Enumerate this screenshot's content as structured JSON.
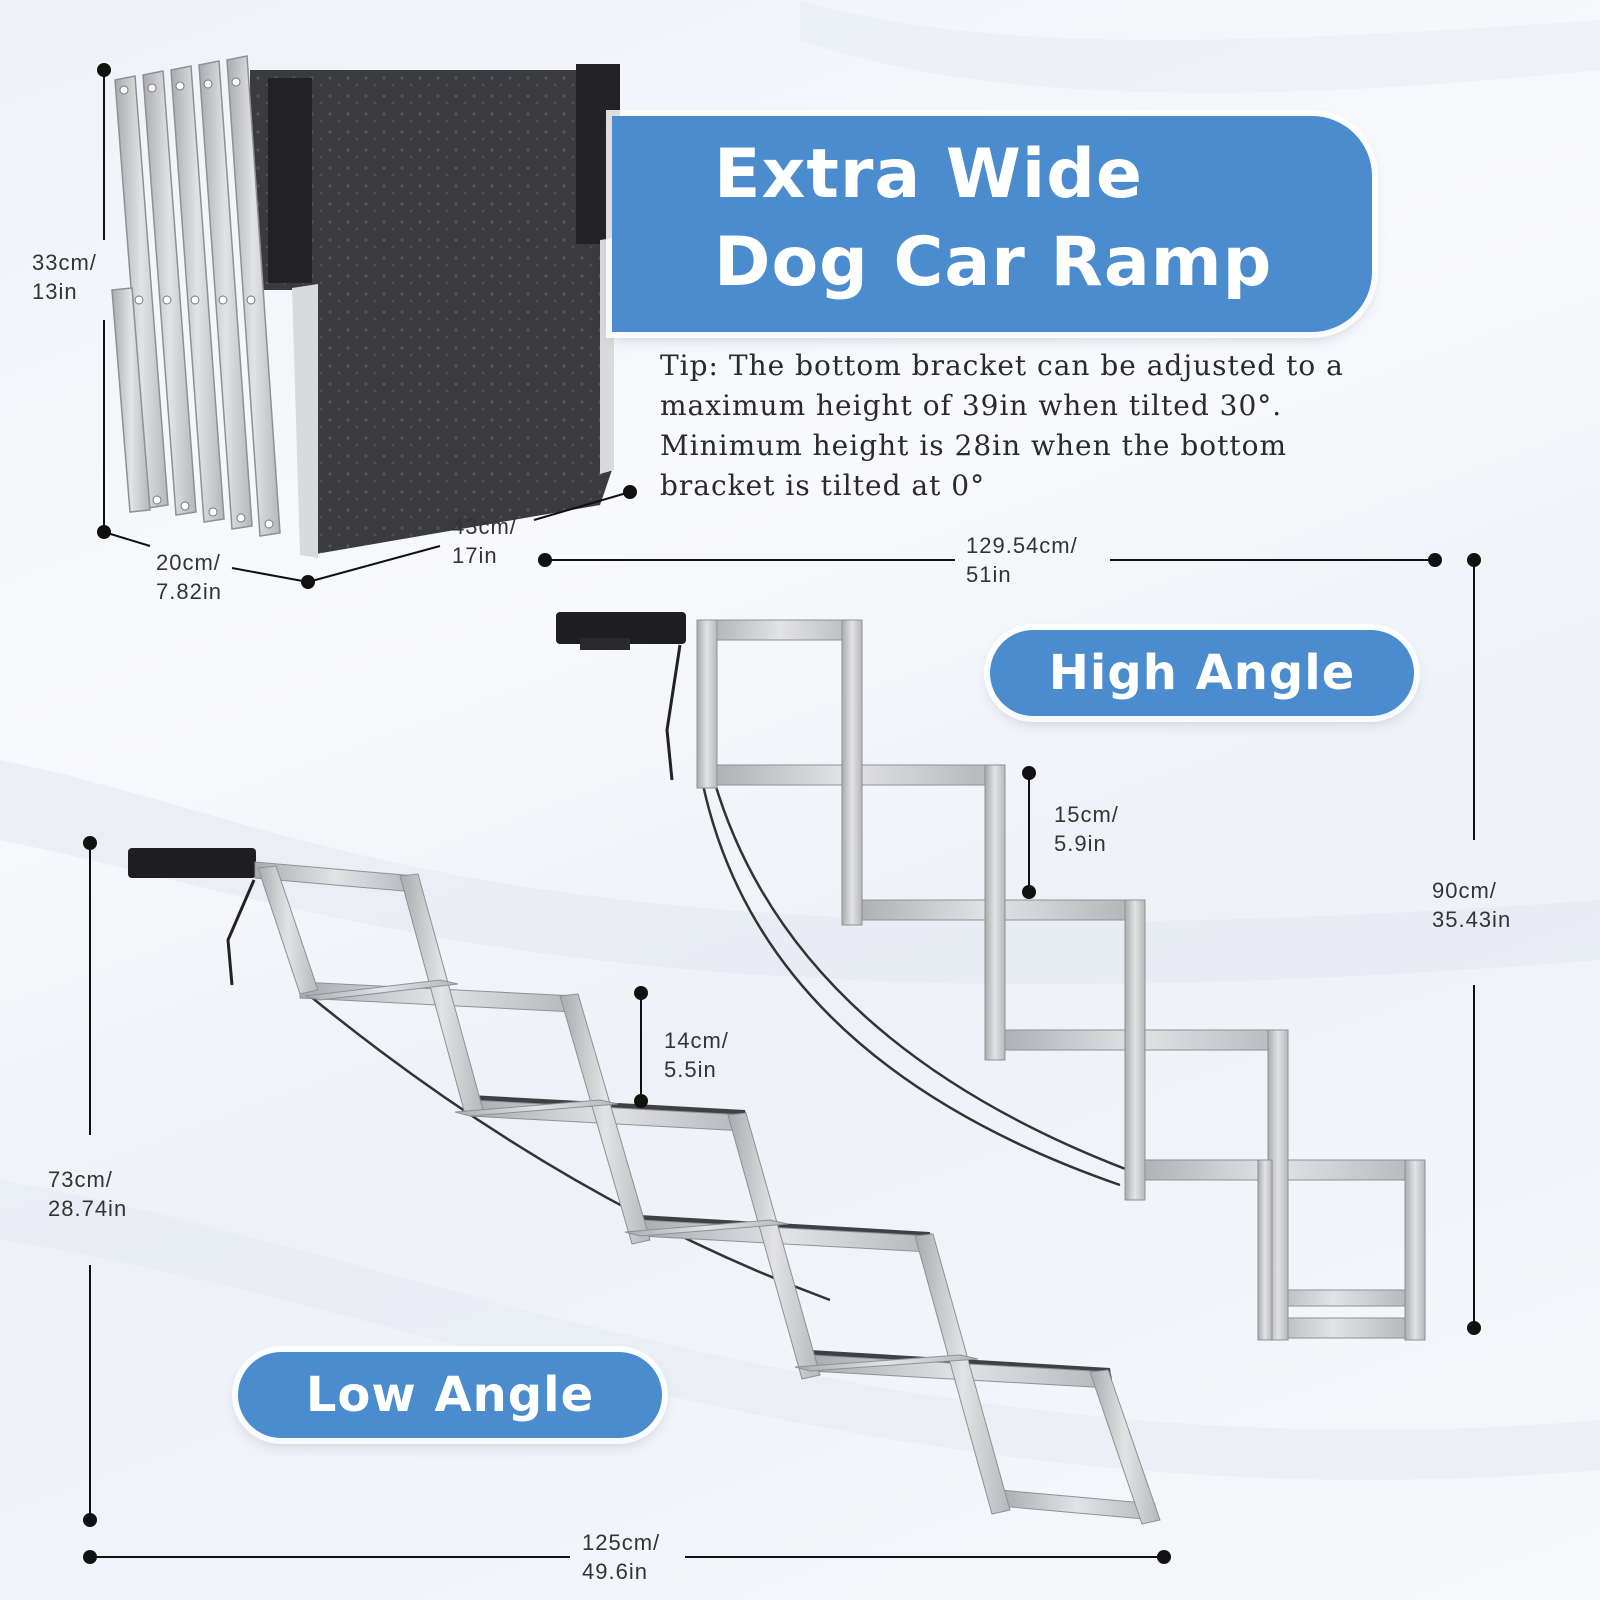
{
  "title": {
    "line1": "Extra Wide",
    "line2": "Dog Car Ramp"
  },
  "tip": {
    "lines": [
      "Tip: The bottom bracket can be adjusted to a",
      "maximum height of 39in when tilted 30°.",
      "Minimum height is 28in when the bottom",
      "bracket is tilted at 0°"
    ]
  },
  "labels": {
    "high_angle": "High Angle",
    "low_angle": "Low Angle"
  },
  "dimensions": {
    "folded_height": {
      "cm": "33cm/",
      "in": "13in"
    },
    "folded_depth": {
      "cm": "20cm/",
      "in": "7.82in"
    },
    "folded_width": {
      "cm": "43cm/",
      "in": "17in"
    },
    "high_length": {
      "cm": "129.54cm/",
      "in": "51in"
    },
    "high_step": {
      "cm": "15cm/",
      "in": "5.9in"
    },
    "high_height": {
      "cm": "90cm/",
      "in": "35.43in"
    },
    "low_height": {
      "cm": "73cm/",
      "in": "28.74in"
    },
    "low_step": {
      "cm": "14cm/",
      "in": "5.5in"
    },
    "low_length": {
      "cm": "125cm/",
      "in": "49.6in"
    }
  },
  "colors": {
    "accent": "#4a8ccd",
    "frame": "#c4c6c9",
    "tread": "#4a4a4a",
    "background": "#f2f5f9"
  }
}
